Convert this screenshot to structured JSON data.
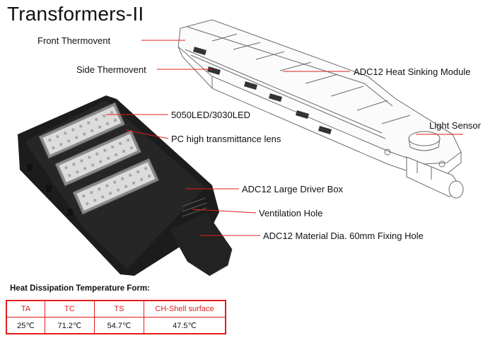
{
  "title": "Transformers-II",
  "labels": {
    "front_thermovent": "Front Thermovent",
    "side_thermovent": "Side Thermovent",
    "heat_sinking": "ADC12 Heat Sinking Module",
    "light_sensor": "Light Sensor",
    "led": "5050LED/3030LED",
    "lens": "PC high transmittance lens",
    "driver_box": "ADC12 Large Driver Box",
    "ventilation": "Ventilation Hole",
    "fixing_hole": "ADC12 Material Dia. 60mm Fixing Hole"
  },
  "table": {
    "caption": "Heat Dissipation Temperature Form:",
    "headers": [
      "TA",
      "TC",
      "TS",
      "CH-Shell surface"
    ],
    "values": [
      "25℃",
      "71.2℃",
      "54.7℃",
      "47.5℃"
    ]
  },
  "colors": {
    "leader_line": "#e21c1c",
    "table_border": "#e21c1c",
    "housing": "#1c1c1c"
  }
}
